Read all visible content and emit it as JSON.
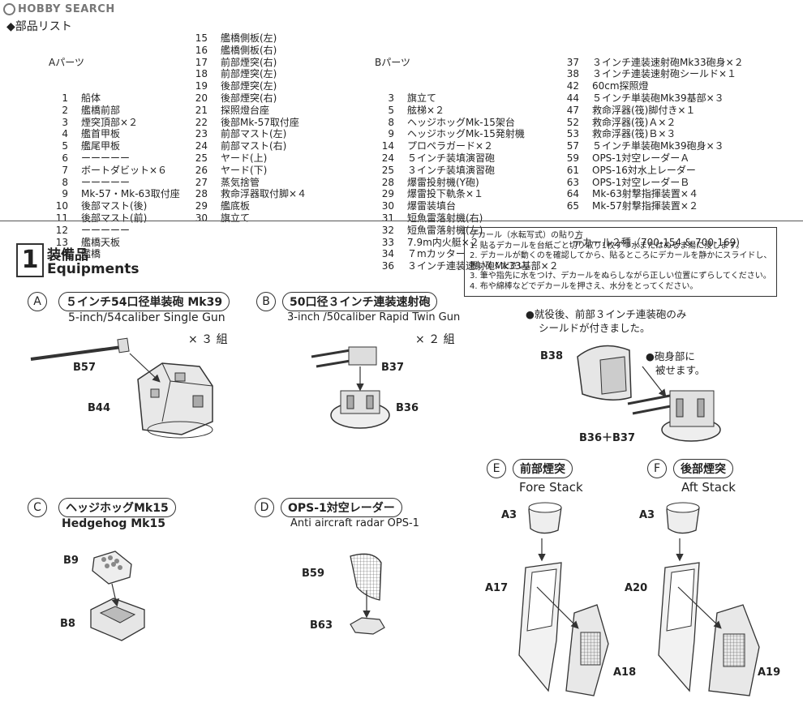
{
  "logo": "HOBBY SEARCH",
  "parts_list": {
    "title": "◆部品リスト",
    "a_header": "Aパーツ",
    "col1": [
      {
        "n": "1",
        "t": "船体"
      },
      {
        "n": "2",
        "t": "艦橋前部"
      },
      {
        "n": "3",
        "t": "煙突頂部×２"
      },
      {
        "n": "4",
        "t": "艦首甲板"
      },
      {
        "n": "5",
        "t": "艦尾甲板"
      },
      {
        "n": "6",
        "t": "ーーーーー"
      },
      {
        "n": "7",
        "t": "ボートダビット×６"
      },
      {
        "n": "8",
        "t": "ーーーーー"
      },
      {
        "n": "9",
        "t": "Mk-57・Mk-63取付座"
      },
      {
        "n": "10",
        "t": "後部マスト(後)"
      },
      {
        "n": "11",
        "t": "後部マスト(前)"
      },
      {
        "n": "12",
        "t": "ーーーーー"
      },
      {
        "n": "13",
        "t": "艦橋天板"
      },
      {
        "n": "14",
        "t": "艦橋"
      }
    ],
    "col2": [
      {
        "n": "15",
        "t": "艦橋側板(左)"
      },
      {
        "n": "16",
        "t": "艦橋側板(右)"
      },
      {
        "n": "17",
        "t": "前部煙突(右)"
      },
      {
        "n": "18",
        "t": "前部煙突(左)"
      },
      {
        "n": "19",
        "t": "後部煙突(左)"
      },
      {
        "n": "20",
        "t": "後部煙突(右)"
      },
      {
        "n": "21",
        "t": "探照燈台座"
      },
      {
        "n": "22",
        "t": "後部Mk-57取付座"
      },
      {
        "n": "23",
        "t": "前部マスト(左)"
      },
      {
        "n": "24",
        "t": "前部マスト(右)"
      },
      {
        "n": "25",
        "t": "ヤード(上)"
      },
      {
        "n": "26",
        "t": "ヤード(下)"
      },
      {
        "n": "27",
        "t": "蒸気捨管"
      },
      {
        "n": "28",
        "t": "救命浮器取付脚×４"
      },
      {
        "n": "29",
        "t": "艦底板"
      },
      {
        "n": "30",
        "t": "旗立て"
      }
    ],
    "b_header": "Bパーツ",
    "col3": [
      {
        "n": "3",
        "t": "旗立て"
      },
      {
        "n": "5",
        "t": "舷梯×２"
      },
      {
        "n": "8",
        "t": "ヘッジホッグMk-15架台"
      },
      {
        "n": "9",
        "t": "ヘッジホッグMk-15発射機"
      },
      {
        "n": "14",
        "t": "プロペラガード×２"
      },
      {
        "n": "24",
        "t": "５インチ装填演習砲"
      },
      {
        "n": "25",
        "t": "３インチ装填演習砲"
      },
      {
        "n": "28",
        "t": "爆雷投射機(Y砲)"
      },
      {
        "n": "29",
        "t": "爆雷投下軌条×１"
      },
      {
        "n": "30",
        "t": "爆雷装填台"
      },
      {
        "n": "31",
        "t": "短魚雷落射機(右)"
      },
      {
        "n": "32",
        "t": "短魚雷落射機(左)"
      },
      {
        "n": "33",
        "t": "7.9m内火艇×２"
      },
      {
        "n": "34",
        "t": "７mカッター"
      },
      {
        "n": "36",
        "t": "３インチ連装速射砲Mk33基部×２"
      }
    ],
    "col4": [
      {
        "n": "37",
        "t": "３インチ連装速射砲Mk33砲身×２"
      },
      {
        "n": "38",
        "t": "３インチ連装速射砲シールド×１"
      },
      {
        "n": "42",
        "t": "60cm探照燈"
      },
      {
        "n": "44",
        "t": "５インチ単装砲Mk39基部×３"
      },
      {
        "n": "47",
        "t": "救命浮器(筏)脚付き×１"
      },
      {
        "n": "52",
        "t": "救命浮器(筏)Ａ×２"
      },
      {
        "n": "53",
        "t": "救命浮器(筏)Ｂ×３"
      },
      {
        "n": "57",
        "t": "５インチ単装砲Mk39砲身×３"
      },
      {
        "n": "59",
        "t": "OPS-1対空レーダーＡ"
      },
      {
        "n": "61",
        "t": "OPS-16対水上レーダー"
      },
      {
        "n": "63",
        "t": "OPS-1対空レーダーＢ"
      },
      {
        "n": "64",
        "t": "Mk-63射撃指揮装置×４"
      },
      {
        "n": "65",
        "t": "Mk-57射撃指揮装置×２"
      }
    ],
    "decal_line": "デカール２種（700-154 & 700-169)"
  },
  "decal_box": {
    "title": "デカール（水転写式）の貼り方",
    "steps": [
      "1. 貼るデカールを台紙ごと切り取り1枚ずつ水またはぬるま湯に浸します。",
      "2. デカールが動くのを確認してから、貼るところにデカールを静かにスライドし、",
      "    置いてください。",
      "3. 筆や指先に水をつけ、デカールをぬらしながら正しい位置にずらしてください。",
      "4. 布や綿棒などでデカールを押さえ、水分をとってください。"
    ]
  },
  "step": {
    "number": "1",
    "title_jp": "装備品",
    "title_en": "Equipments"
  },
  "sections": {
    "A": {
      "letter": "A",
      "jp": "５インチ54口径単装砲 Mk39",
      "en": "5-inch/54caliber Single Gun",
      "qty": "× ３ 組",
      "parts": [
        "B57",
        "B44"
      ]
    },
    "B": {
      "letter": "B",
      "jp": "50口径３インチ連装速射砲",
      "en": "3-inch /50caliber Rapid Twin Gun",
      "qty": "× ２ 組",
      "parts": [
        "B37",
        "B36"
      ]
    },
    "B_alt": {
      "note1": "●就役後、前部３インチ連装砲のみ",
      "note2": "シールドが付きました。",
      "note3": "●砲身部に",
      "note4": "被せます。",
      "parts": [
        "B38",
        "B36＋B37"
      ]
    },
    "C": {
      "letter": "C",
      "jp": "ヘッジホッグMk15",
      "en": "Hedgehog Mk15",
      "parts": [
        "B9",
        "B8"
      ]
    },
    "D": {
      "letter": "D",
      "jp": "OPS-1対空レーダー",
      "en": "Anti aircraft radar OPS-1",
      "parts": [
        "B59",
        "B63"
      ]
    },
    "E": {
      "letter": "E",
      "jp": "前部煙突",
      "en": "Fore Stack",
      "parts": [
        "A3",
        "A17",
        "A18"
      ]
    },
    "F": {
      "letter": "F",
      "jp": "後部煙突",
      "en": "Aft Stack",
      "parts": [
        "A3",
        "A20",
        "A19"
      ]
    }
  }
}
